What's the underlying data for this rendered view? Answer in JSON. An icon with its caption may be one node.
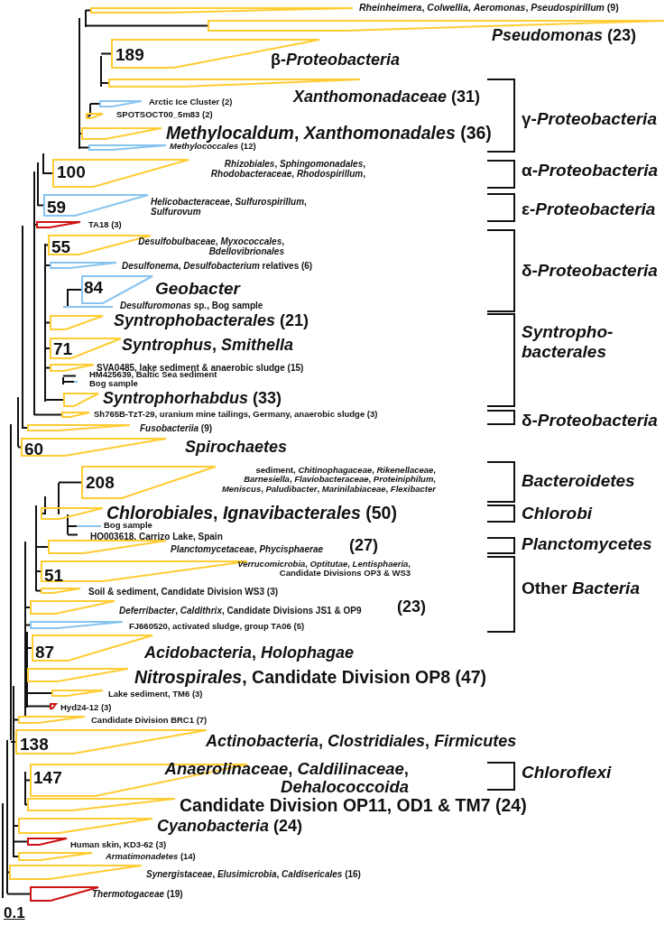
{
  "diagram": {
    "nodes": [
      {
        "text": [
          "*Rheinheimera*, *Colwellia*, *Aeromonas*, *Pseudospirillum* (9)"
        ]
      },
      {
        "text": [
          "*Pseudomonas* (23)"
        ]
      },
      {
        "text": [
          "189",
          "β-*Proteobacteria*"
        ]
      },
      {
        "text": [
          "*Xanthomonadaceae* (31)"
        ]
      },
      {
        "text": [
          "Arctic Ice Cluster (2)"
        ]
      },
      {
        "text": [
          "SPOTSOCT00_5m83 (2)"
        ]
      },
      {
        "text": [
          "*Methylocaldum*, *Xanthomonadales* (36)"
        ]
      },
      {
        "text": [
          "*Methylococcales* (12)"
        ]
      },
      {
        "text": [
          "100",
          "*Rhizobiales*, *Sphingomonadales*, *Rhodobacteraceae*, *Rhodospirillum*,"
        ]
      },
      {
        "text": [
          "59",
          "*Helicobacteraceae*, *Sulfurospirillum*, *Sulfurovum*"
        ]
      },
      {
        "text": [
          "TA18 (3)"
        ]
      },
      {
        "text": [
          "55",
          "*Desulfobulbaceae*, *Myxococcales*, *Bdellovibrionales*"
        ]
      },
      {
        "text": [
          "*Desulfonema*, *Desulfobacterium* relatives (6)"
        ]
      },
      {
        "text": [
          "84",
          "*Geobacter*"
        ]
      },
      {
        "text": [
          "*Desulfuromonas* sp., Bog sample"
        ]
      },
      {
        "text": [
          "*Syntrophobacterales* (21)"
        ]
      },
      {
        "text": [
          "71",
          "*Syntrophus*, *Smithella*"
        ]
      },
      {
        "text": [
          "SVA0485, lake sediment & anaerobic sludge (15)"
        ]
      },
      {
        "text": [
          "HM425639, Baltic Sea sediment"
        ]
      },
      {
        "text": [
          "Bog sample"
        ]
      },
      {
        "text": [
          "*Syntrophorhabdus* (33)"
        ]
      },
      {
        "text": [
          "Sh765B-TzT-29, uranium mine tailings, Germany, anaerobic sludge (3)"
        ]
      },
      {
        "text": [
          "*Fusobacteriia* (9)"
        ]
      },
      {
        "text": [
          "60",
          "*Spirochaetes*"
        ]
      },
      {
        "text": [
          "208",
          "sediment, *Chitinophagaceae*, *Rikenellaceae*, *Barnesiella*, *Flaviobacteraceae*, *Proteiniphilum*, *Meniscus*, *Paludibacter*, *Marinilabiaceae*, *Flexibacter*"
        ]
      },
      {
        "text": [
          "*Chlorobiales*, *Ignavibacterales* (50)"
        ]
      },
      {
        "text": [
          "Bog sample"
        ]
      },
      {
        "text": [
          "HQ003618, Carrizo Lake, Spain"
        ]
      },
      {
        "text": [
          "*Planctomycetaceae*, *Phycisphaerae*",
          "(27)"
        ]
      },
      {
        "text": [
          "51",
          "*Verrucomicrobia*, *Optitutae*, *Lentisphaeria*, Candidate Divisions OP3 & WS3"
        ]
      },
      {
        "text": [
          "Soil & sediment, Candidate Division WS3 (3)"
        ]
      },
      {
        "text": [
          "*Deferribacter*, *Caldithrix*, Candidate Divisions JS1 & OP9",
          "(23)"
        ]
      },
      {
        "text": [
          "FJ660520, activated sludge, group TA06 (5)"
        ]
      },
      {
        "text": [
          "87",
          "*Acidobacteria*, *Holophagae*"
        ]
      },
      {
        "text": [
          "*Nitrospirales*, Candidate Division OP8 (47)"
        ]
      },
      {
        "text": [
          "Lake sediment, TM6 (3)"
        ]
      },
      {
        "text": [
          "Hyd24-12 (3)"
        ]
      },
      {
        "text": [
          "Candidate Division BRC1 (7)"
        ]
      },
      {
        "text": [
          "138",
          "*Actinobacteria*, *Clostridiales*, *Firmicutes*"
        ]
      },
      {
        "text": [
          "147",
          "*Anaerolinaceae*, *Caldilinaceae*, *Dehalococcoida*"
        ]
      },
      {
        "text": [
          "Candidate Division OP11, OD1 & TM7 (24)"
        ]
      },
      {
        "text": [
          "*Cyanobacteria* (24)"
        ]
      },
      {
        "text": [
          "Human skin, KD3-62 (3)"
        ]
      },
      {
        "text": [
          "*Armatimonadetes* (14)"
        ]
      },
      {
        "text": [
          "*Synergistaceae*, *Elusimicrobia*, *Caldisericales* (16)"
        ]
      },
      {
        "text": [
          "*Thermotogaceae* (19)"
        ]
      }
    ],
    "labels": [
      "γ-*Proteobacteria*",
      "α-*Proteobacteria*",
      "ε-*Proteobacteria*",
      "δ-*Proteobacteria*",
      "*Syntropho- bacterales*",
      "δ-*Proteobacteria*",
      "*Bacteroidetes*",
      "*Chlorobi*",
      "*Planctomycetes*",
      "Other *Bacteria*",
      "*Chloroflexi*",
      "0.1"
    ]
  }
}
